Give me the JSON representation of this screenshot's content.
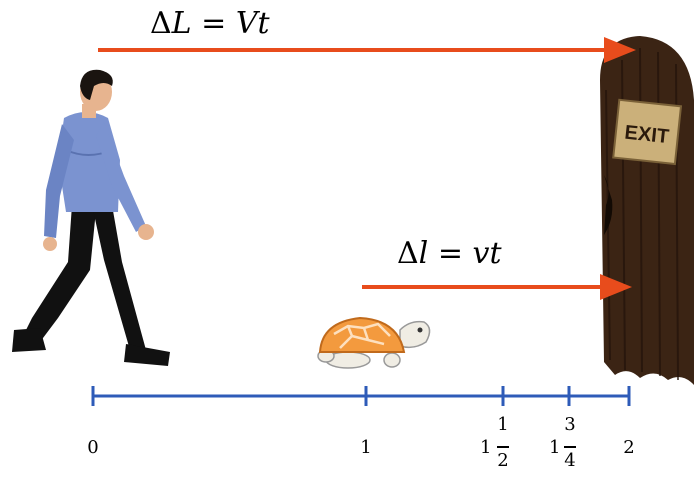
{
  "equations": {
    "big": {
      "delta": "Δ",
      "lhs": "L",
      "eq": " = ",
      "rhs": "Vt"
    },
    "small": {
      "delta": "Δ",
      "lhs": "l",
      "eq": " = ",
      "rhs": "vt"
    }
  },
  "door_sign": "EXIT",
  "number_line": {
    "labels": [
      {
        "id": "tick-0",
        "text": "0",
        "value": 0
      },
      {
        "id": "tick-1",
        "text": "1",
        "value": 1
      },
      {
        "id": "tick-1-half",
        "whole": "1",
        "num": "1",
        "den": "2",
        "value": 1.5
      },
      {
        "id": "tick-1-three-quarters",
        "whole": "1",
        "num": "3",
        "den": "4",
        "value": 1.75
      },
      {
        "id": "tick-2",
        "text": "2",
        "value": 2
      }
    ]
  },
  "colors": {
    "arrow": "#e84c1c",
    "number_line": "#2e5bb8",
    "door": "#3b2414",
    "shirt": "#7b93d0",
    "shell": "#f39a3e"
  }
}
